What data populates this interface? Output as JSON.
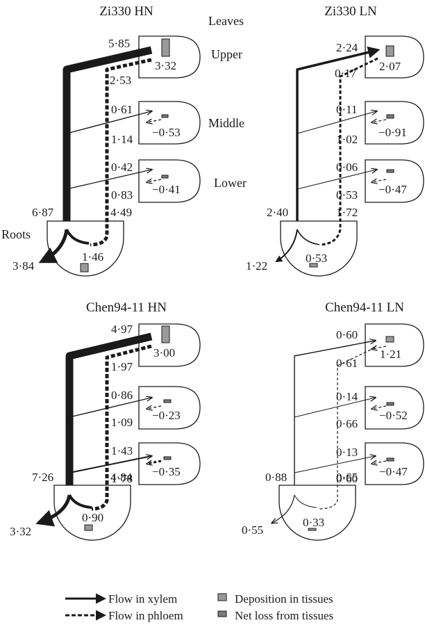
{
  "panels": [
    {
      "title": "Zi330 HN",
      "root_intake": "3·84",
      "root_xylem": "6·87",
      "root_phloem": "4·49",
      "root_tissue": "1·46",
      "leaves": [
        {
          "name": "upper",
          "xylem_in": "5·85",
          "phloem_out": "2·53",
          "tissue": "3·32"
        },
        {
          "name": "middle",
          "xylem_in": "0·61",
          "phloem_out": "1·14",
          "tissue": "−0·53"
        },
        {
          "name": "lower",
          "xylem_in": "0·42",
          "phloem_out": "0·83",
          "tissue": "−0·41"
        }
      ]
    },
    {
      "title": "Zi330 LN",
      "root_intake": "1·22",
      "root_xylem": "2·40",
      "root_phloem": "1·72",
      "root_tissue": "0·53",
      "leaves": [
        {
          "name": "upper",
          "xylem_in": "2·24",
          "phloem_out": "0·17",
          "tissue": "2·07"
        },
        {
          "name": "middle",
          "xylem_in": "0·11",
          "phloem_out": "1·02",
          "tissue": "−0·91"
        },
        {
          "name": "lower",
          "xylem_in": "0·06",
          "phloem_out": "0·53",
          "tissue": "−0·47"
        }
      ]
    },
    {
      "title": "Chen94-11 HN",
      "root_intake": "3·32",
      "root_xylem": "7·26",
      "root_phloem": "4·84",
      "root_tissue": "0·90",
      "leaves": [
        {
          "name": "upper",
          "xylem_in": "4·97",
          "phloem_out": "1·97",
          "tissue": "3·00"
        },
        {
          "name": "middle",
          "xylem_in": "0·86",
          "phloem_out": "1·09",
          "tissue": "−0·23"
        },
        {
          "name": "lower",
          "xylem_in": "1·43",
          "phloem_out": "1·78",
          "tissue": "−0·35"
        }
      ]
    },
    {
      "title": "Chen94-11 LN",
      "root_intake": "0·55",
      "root_xylem": "0·88",
      "root_phloem": "0·65",
      "root_tissue": "0·33",
      "leaves": [
        {
          "name": "upper",
          "xylem_in": "0·60",
          "phloem_out": "0·61",
          "tissue": "1·21"
        },
        {
          "name": "middle",
          "xylem_in": "0·14",
          "phloem_out": "0·66",
          "tissue": "−0·52"
        },
        {
          "name": "lower",
          "xylem_in": "0·13",
          "phloem_out": "0·60",
          "tissue": "−0·47"
        }
      ]
    }
  ],
  "labels": {
    "leaves": "Leaves",
    "upper": "Upper",
    "middle": "Middle",
    "lower": "Lower",
    "roots": "Roots"
  },
  "legend": {
    "xylem": "Flow in xylem",
    "phloem": "Flow in phloem",
    "deposition": "Deposition in tissues",
    "loss": "Net loss from tissues"
  }
}
